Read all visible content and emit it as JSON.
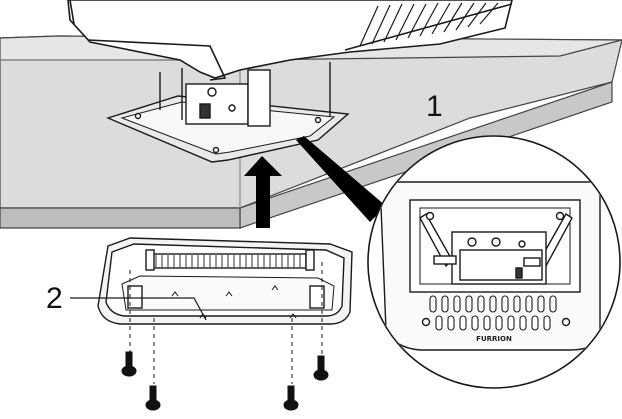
{
  "callouts": {
    "roof_label": "1",
    "ceiling_assembly_label": "2"
  },
  "zoom_detail": {
    "brand_text": "FURRION"
  },
  "colors": {
    "roof_fill": "#d9d9d9",
    "line": "#1a1a1a",
    "arrow": "#000000",
    "white": "#ffffff"
  },
  "icons": [
    "up-arrow-icon",
    "screw-icon",
    "magnifier-callout"
  ]
}
